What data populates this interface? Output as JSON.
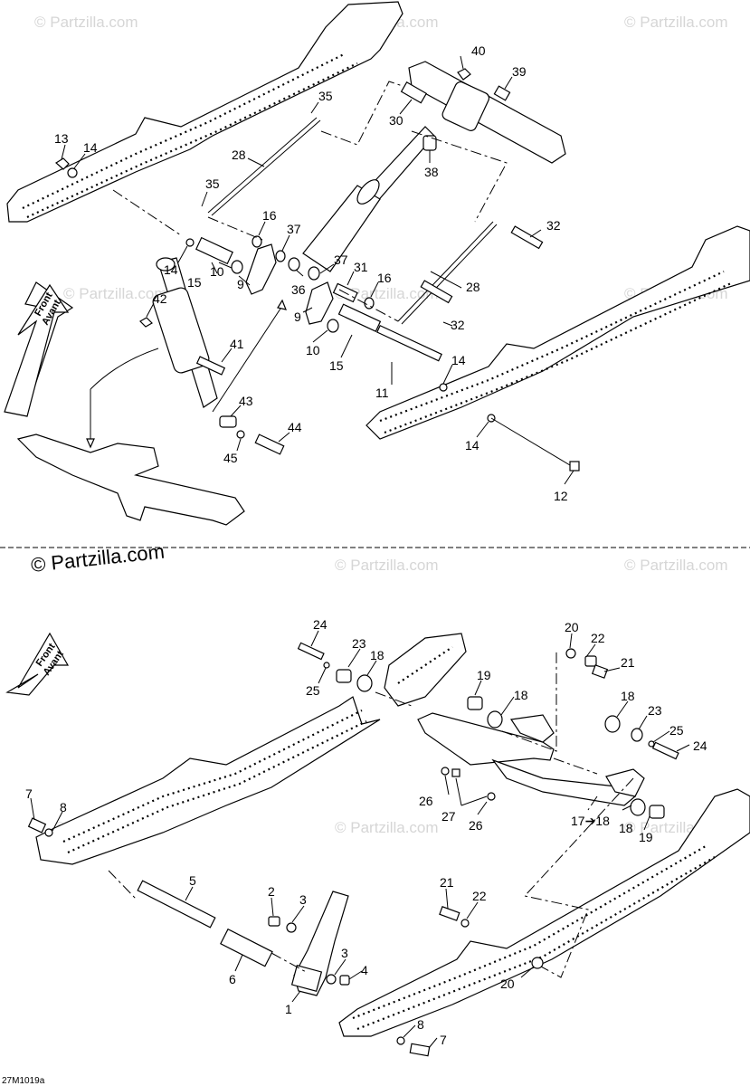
{
  "watermark": "© Partzilla.com",
  "copyright": "© Partzilla.com",
  "drawing_id": "27M1019a",
  "front_arrow": {
    "line1": "Front",
    "line2": "Avant"
  },
  "upper_labels": [
    "40",
    "39",
    "35",
    "30",
    "13",
    "14",
    "28",
    "38",
    "35",
    "16",
    "37",
    "32",
    "14",
    "15",
    "10",
    "9",
    "36",
    "37",
    "31",
    "16",
    "28",
    "42",
    "9",
    "10",
    "15",
    "32",
    "11",
    "14",
    "41",
    "43",
    "44",
    "45",
    "14",
    "12"
  ],
  "lower_labels": [
    "24",
    "20",
    "22",
    "23",
    "18",
    "21",
    "25",
    "19",
    "18",
    "18",
    "23",
    "25",
    "24",
    "7",
    "8",
    "26",
    "27",
    "26",
    "17➔18",
    "18",
    "19",
    "5",
    "21",
    "2",
    "3",
    "22",
    "3",
    "4",
    "6",
    "20",
    "1",
    "8",
    "7"
  ]
}
